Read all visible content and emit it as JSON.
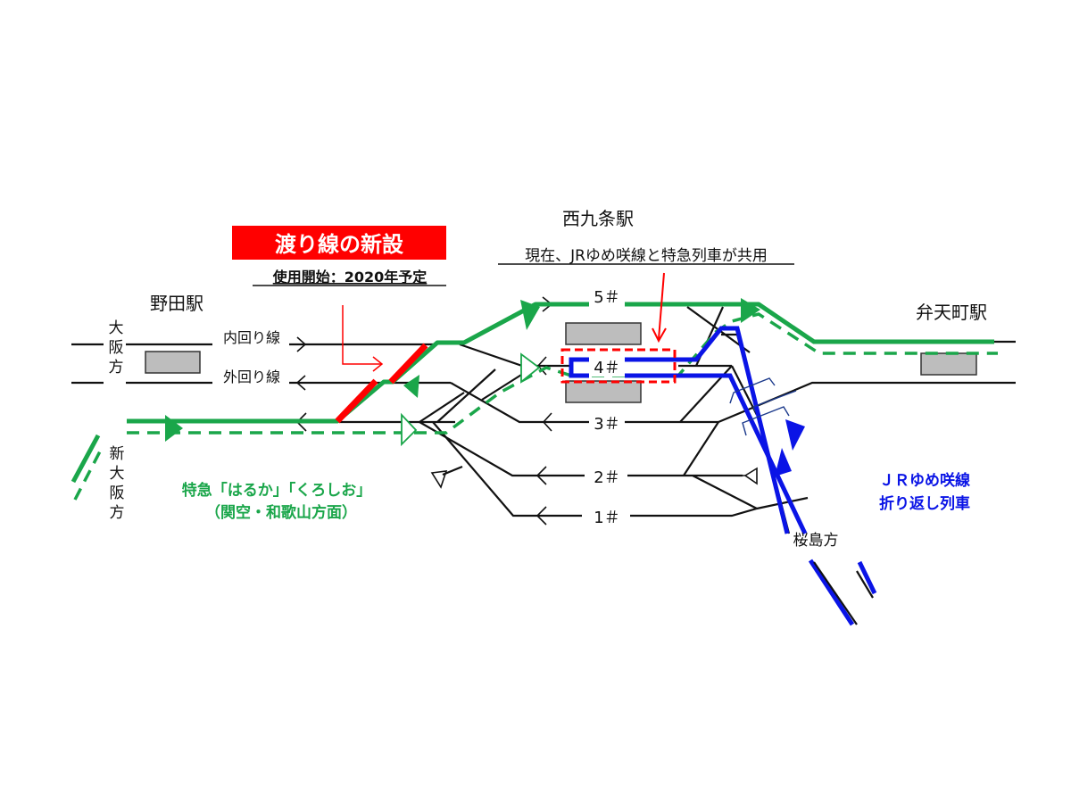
{
  "callout": {
    "new_crossover_title": "渡り線の新設",
    "start_date": "使用開始：2020年予定",
    "shared_note": "現在、JRゆめ咲線と特急列車が共用"
  },
  "stations": {
    "noda": "野田駅",
    "nishikujo": "西九条駅",
    "bentencho": "弁天町駅"
  },
  "directions": {
    "osaka": [
      "大",
      "阪",
      "方"
    ],
    "shin_osaka": [
      "新",
      "大",
      "阪",
      "方"
    ],
    "sakurajima": "桜島方"
  },
  "lines": {
    "inner_loop": "内回り線",
    "outer_loop": "外回り線"
  },
  "tracks": {
    "t5": "5＃",
    "t4": "4＃",
    "t3": "3＃",
    "t2": "2＃",
    "t1": "1＃"
  },
  "legend": {
    "express": {
      "line1": "特急「はるか」「くろしお」",
      "line2": "（関空・和歌山方面）",
      "color": "#1aa64a"
    },
    "yumesaki": {
      "line1": "ＪＲゆめ咲線",
      "line2": "折り返し列車",
      "color": "#0a14e6"
    },
    "new_crossover_color": "#ff0000"
  }
}
